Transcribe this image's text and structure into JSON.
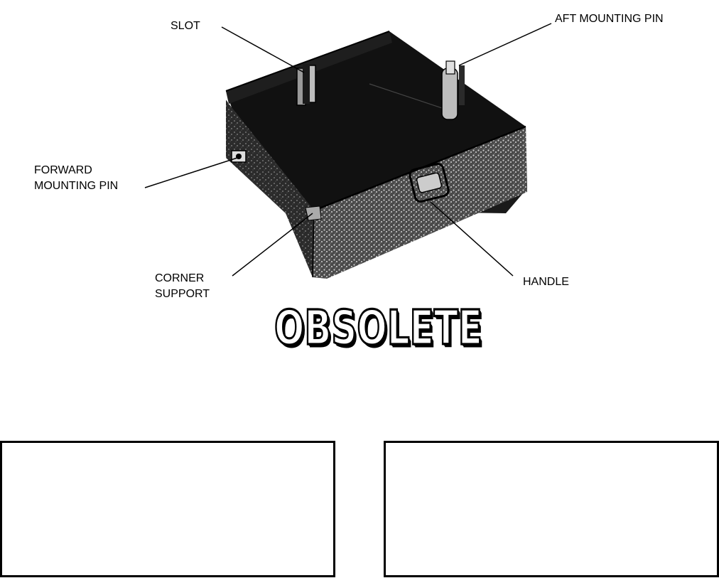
{
  "callouts": {
    "slot": "SLOT",
    "aft_mounting_pin": "AFT MOUNTING PIN",
    "forward_mounting_pin": [
      "FORWARD",
      "MOUNTING PIN"
    ],
    "corner_support": [
      "CORNER",
      "SUPPORT"
    ],
    "handle": "HANDLE"
  },
  "stamp": {
    "text": "OBSOLETE"
  },
  "colors": {
    "ink": "#000000",
    "paper": "#ffffff",
    "metal_dark": "#1a1a1a",
    "metal_mid": "#3a3a3a"
  }
}
